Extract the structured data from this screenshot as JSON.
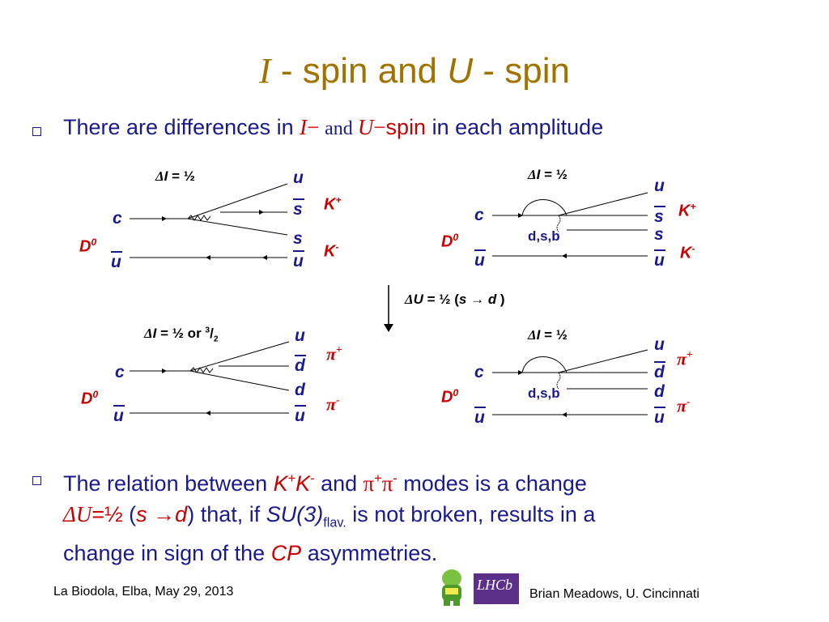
{
  "title": {
    "i": "I",
    "sep1": " - spin and ",
    "u": "U",
    "sep2": " - spin"
  },
  "bullet1": {
    "pre": "There are differences in ",
    "i": "I",
    "minus1": "− ",
    "and": "and ",
    "u": "U",
    "minus2": "−",
    "spin": "spin",
    "post": " in each amplitude"
  },
  "diagrams": {
    "tl": {
      "di": "Δ",
      "i": "I",
      "eq": " = ½"
    },
    "tr": {
      "di": "Δ",
      "i": "I",
      "eq": " = ½"
    },
    "bl": {
      "di": "Δ",
      "i": "I",
      "eq": " = ½ or ",
      "num": "3",
      "den": "2"
    },
    "br": {
      "di": "Δ",
      "i": "I",
      "eq": " = ½"
    },
    "arrow": {
      "du": "Δ",
      "u": "U",
      "eq": " = ½ (",
      "s": "s",
      "arr": " → ",
      "d": "d",
      "close": " )"
    },
    "quarks": {
      "c": "c",
      "u": "u",
      "s": "s",
      "d": "d",
      "dsb": "d,s,b"
    },
    "mesons": {
      "D0": "D",
      "D0sup": "0",
      "K": "K",
      "plus": "+",
      "minus": "-",
      "pi": "π"
    }
  },
  "bullet2": {
    "l1_pre": "The relation between ",
    "k": "K",
    "plus": "+",
    "minus": "-",
    "and": " and ",
    "pi": "π",
    "l1_post": " modes is a change",
    "du_d": "Δ",
    "du_u": "U",
    "du_eq": "=½",
    "paren_open": " (",
    "s": "s",
    "arr": " →",
    "d": "d",
    "l2_mid": ") that, if ",
    "su3": "SU(3)",
    "flav": "flav.",
    "l2_post": " is not broken, results in a",
    "l3_pre": "change in sign of the ",
    "cp": "CP",
    "l3_post": " asymmetries."
  },
  "footer": {
    "left": "La Biodola, Elba, May 29, 2013",
    "logo": "LHCb",
    "right": "Brian Meadows, U. Cincinnati"
  }
}
